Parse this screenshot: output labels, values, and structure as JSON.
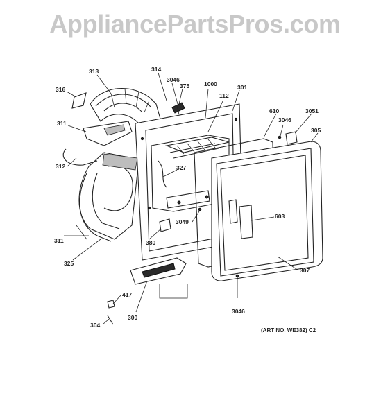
{
  "watermark": "AppliancePartsPros.com",
  "art_number": "(ART NO. WE382) C2",
  "callouts": {
    "p313": "313",
    "p314": "314",
    "p3046a": "3046",
    "p375": "375",
    "p1000": "1000",
    "p301": "301",
    "p316": "316",
    "p112": "112",
    "p610": "610",
    "p3051": "3051",
    "p3046b": "3046",
    "p305": "305",
    "p311a": "311",
    "p327": "327",
    "p312": "312",
    "p603": "603",
    "p3049": "3049",
    "p311b": "311",
    "p380": "380",
    "p325": "325",
    "p307": "307",
    "p417": "417",
    "p304": "304",
    "p300": "300",
    "p3046c": "3046"
  }
}
